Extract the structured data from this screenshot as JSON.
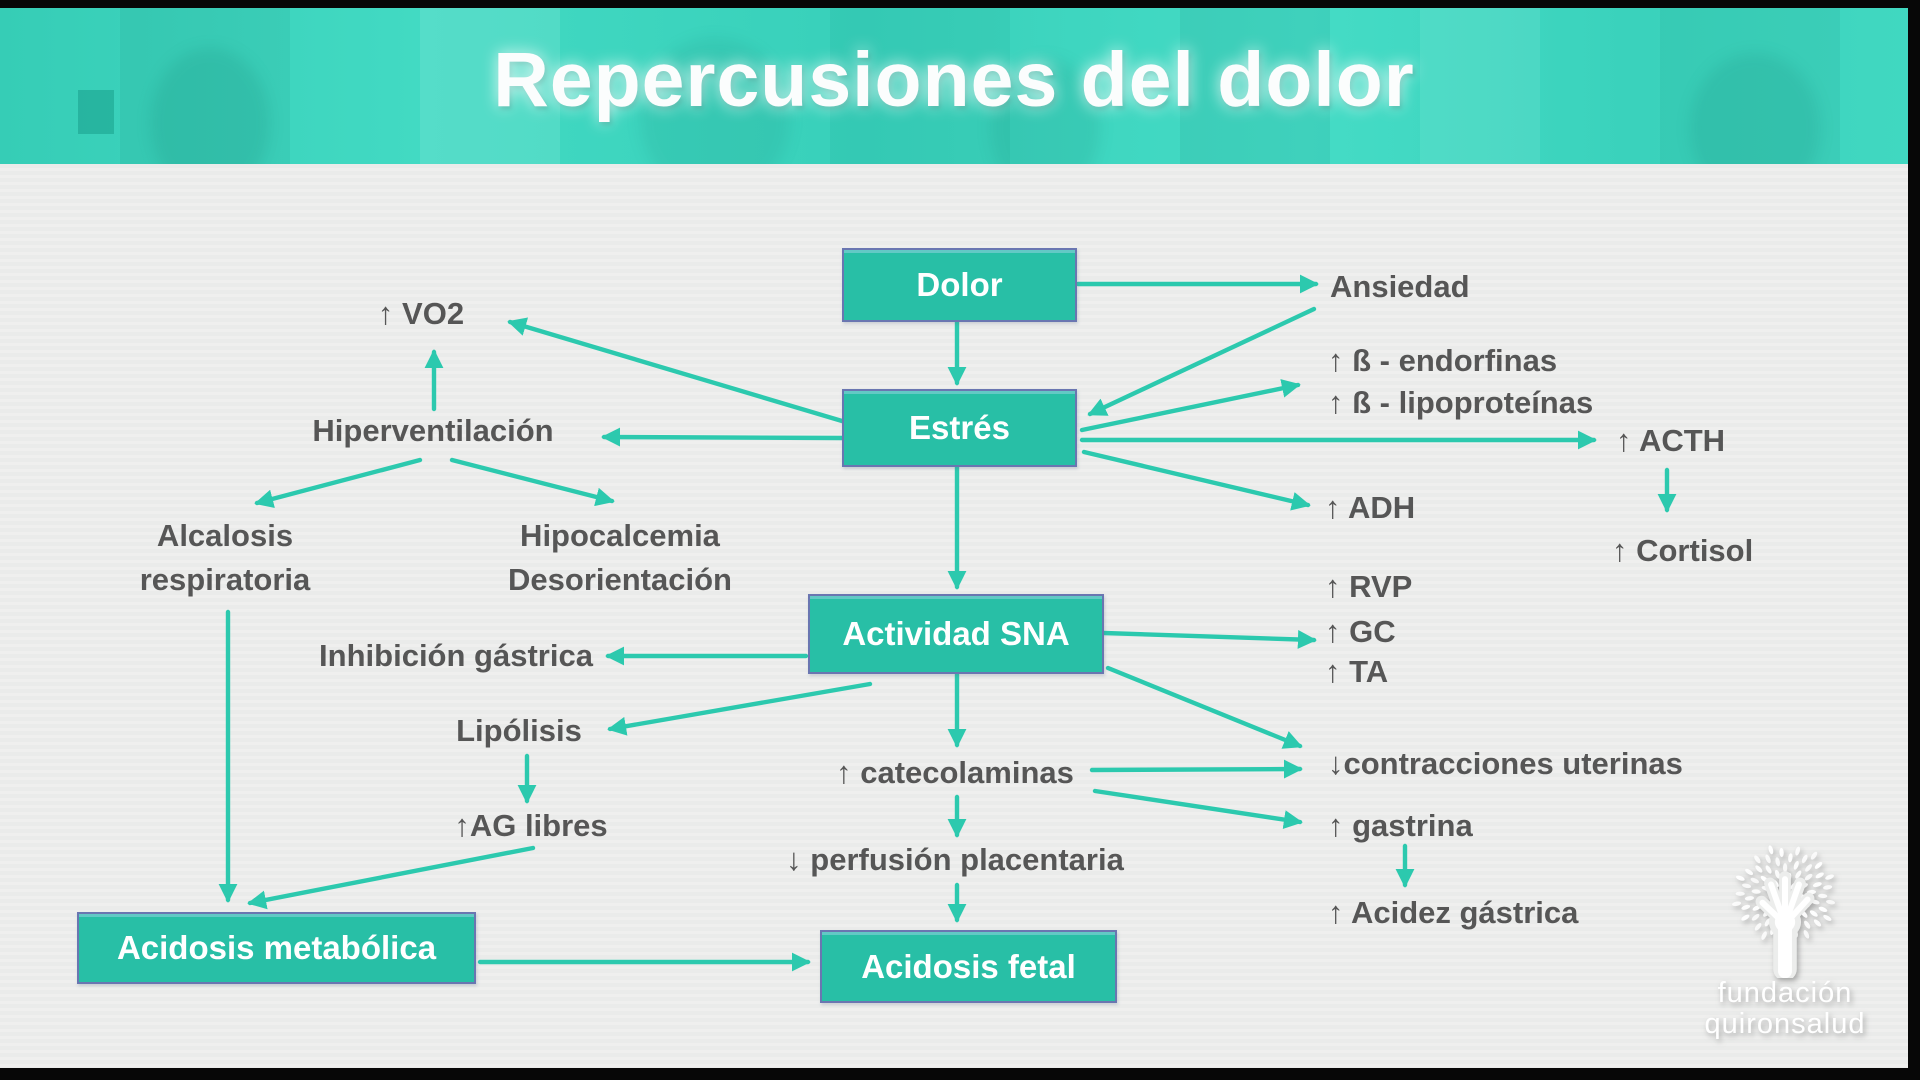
{
  "header": {
    "title": "Repercusiones del dolor"
  },
  "boxes": {
    "dolor": "Dolor",
    "estres": "Estrés",
    "sna": "Actividad SNA",
    "metabolica": "Acidosis metabólica",
    "fetal": "Acidosis fetal"
  },
  "labels": {
    "vo2": "↑ VO2",
    "hiperventilacion": "Hiperventilación",
    "alcalosis": "Alcalosis\nrespiratoria",
    "hipocalcemia": "Hipocalcemia\nDesorientación",
    "inhibicion": "Inhibición gástrica",
    "lipolisis": "Lipólisis",
    "ag_libres": "↑AG libres",
    "catecolaminas": "↑ catecolaminas",
    "perfusion": "↓ perfusión placentaria",
    "ansiedad": "Ansiedad",
    "endorfinas": "↑ ß - endorfinas",
    "lipoproteinas": "↑ ß - lipoproteínas",
    "acth": "↑ ACTH",
    "cortisol": "↑ Cortisol",
    "adh": "↑ ADH",
    "rvp": "↑ RVP",
    "gc": "↑ GC",
    "ta": "↑ TA",
    "contracciones": "↓contracciones uterinas",
    "gastrina": "↑ gastrina",
    "acidez": "↑ Acidez gástrica"
  },
  "logo": {
    "line1": "fundación",
    "line2": "quironsalud"
  },
  "colors": {
    "header_teal": "#3bd2bc",
    "box_teal": "#28bfa6",
    "box_border": "#6a76b1",
    "arrow_teal": "#2cc9ae",
    "label_gray": "#565656",
    "title_white": "#fbfdfd"
  }
}
